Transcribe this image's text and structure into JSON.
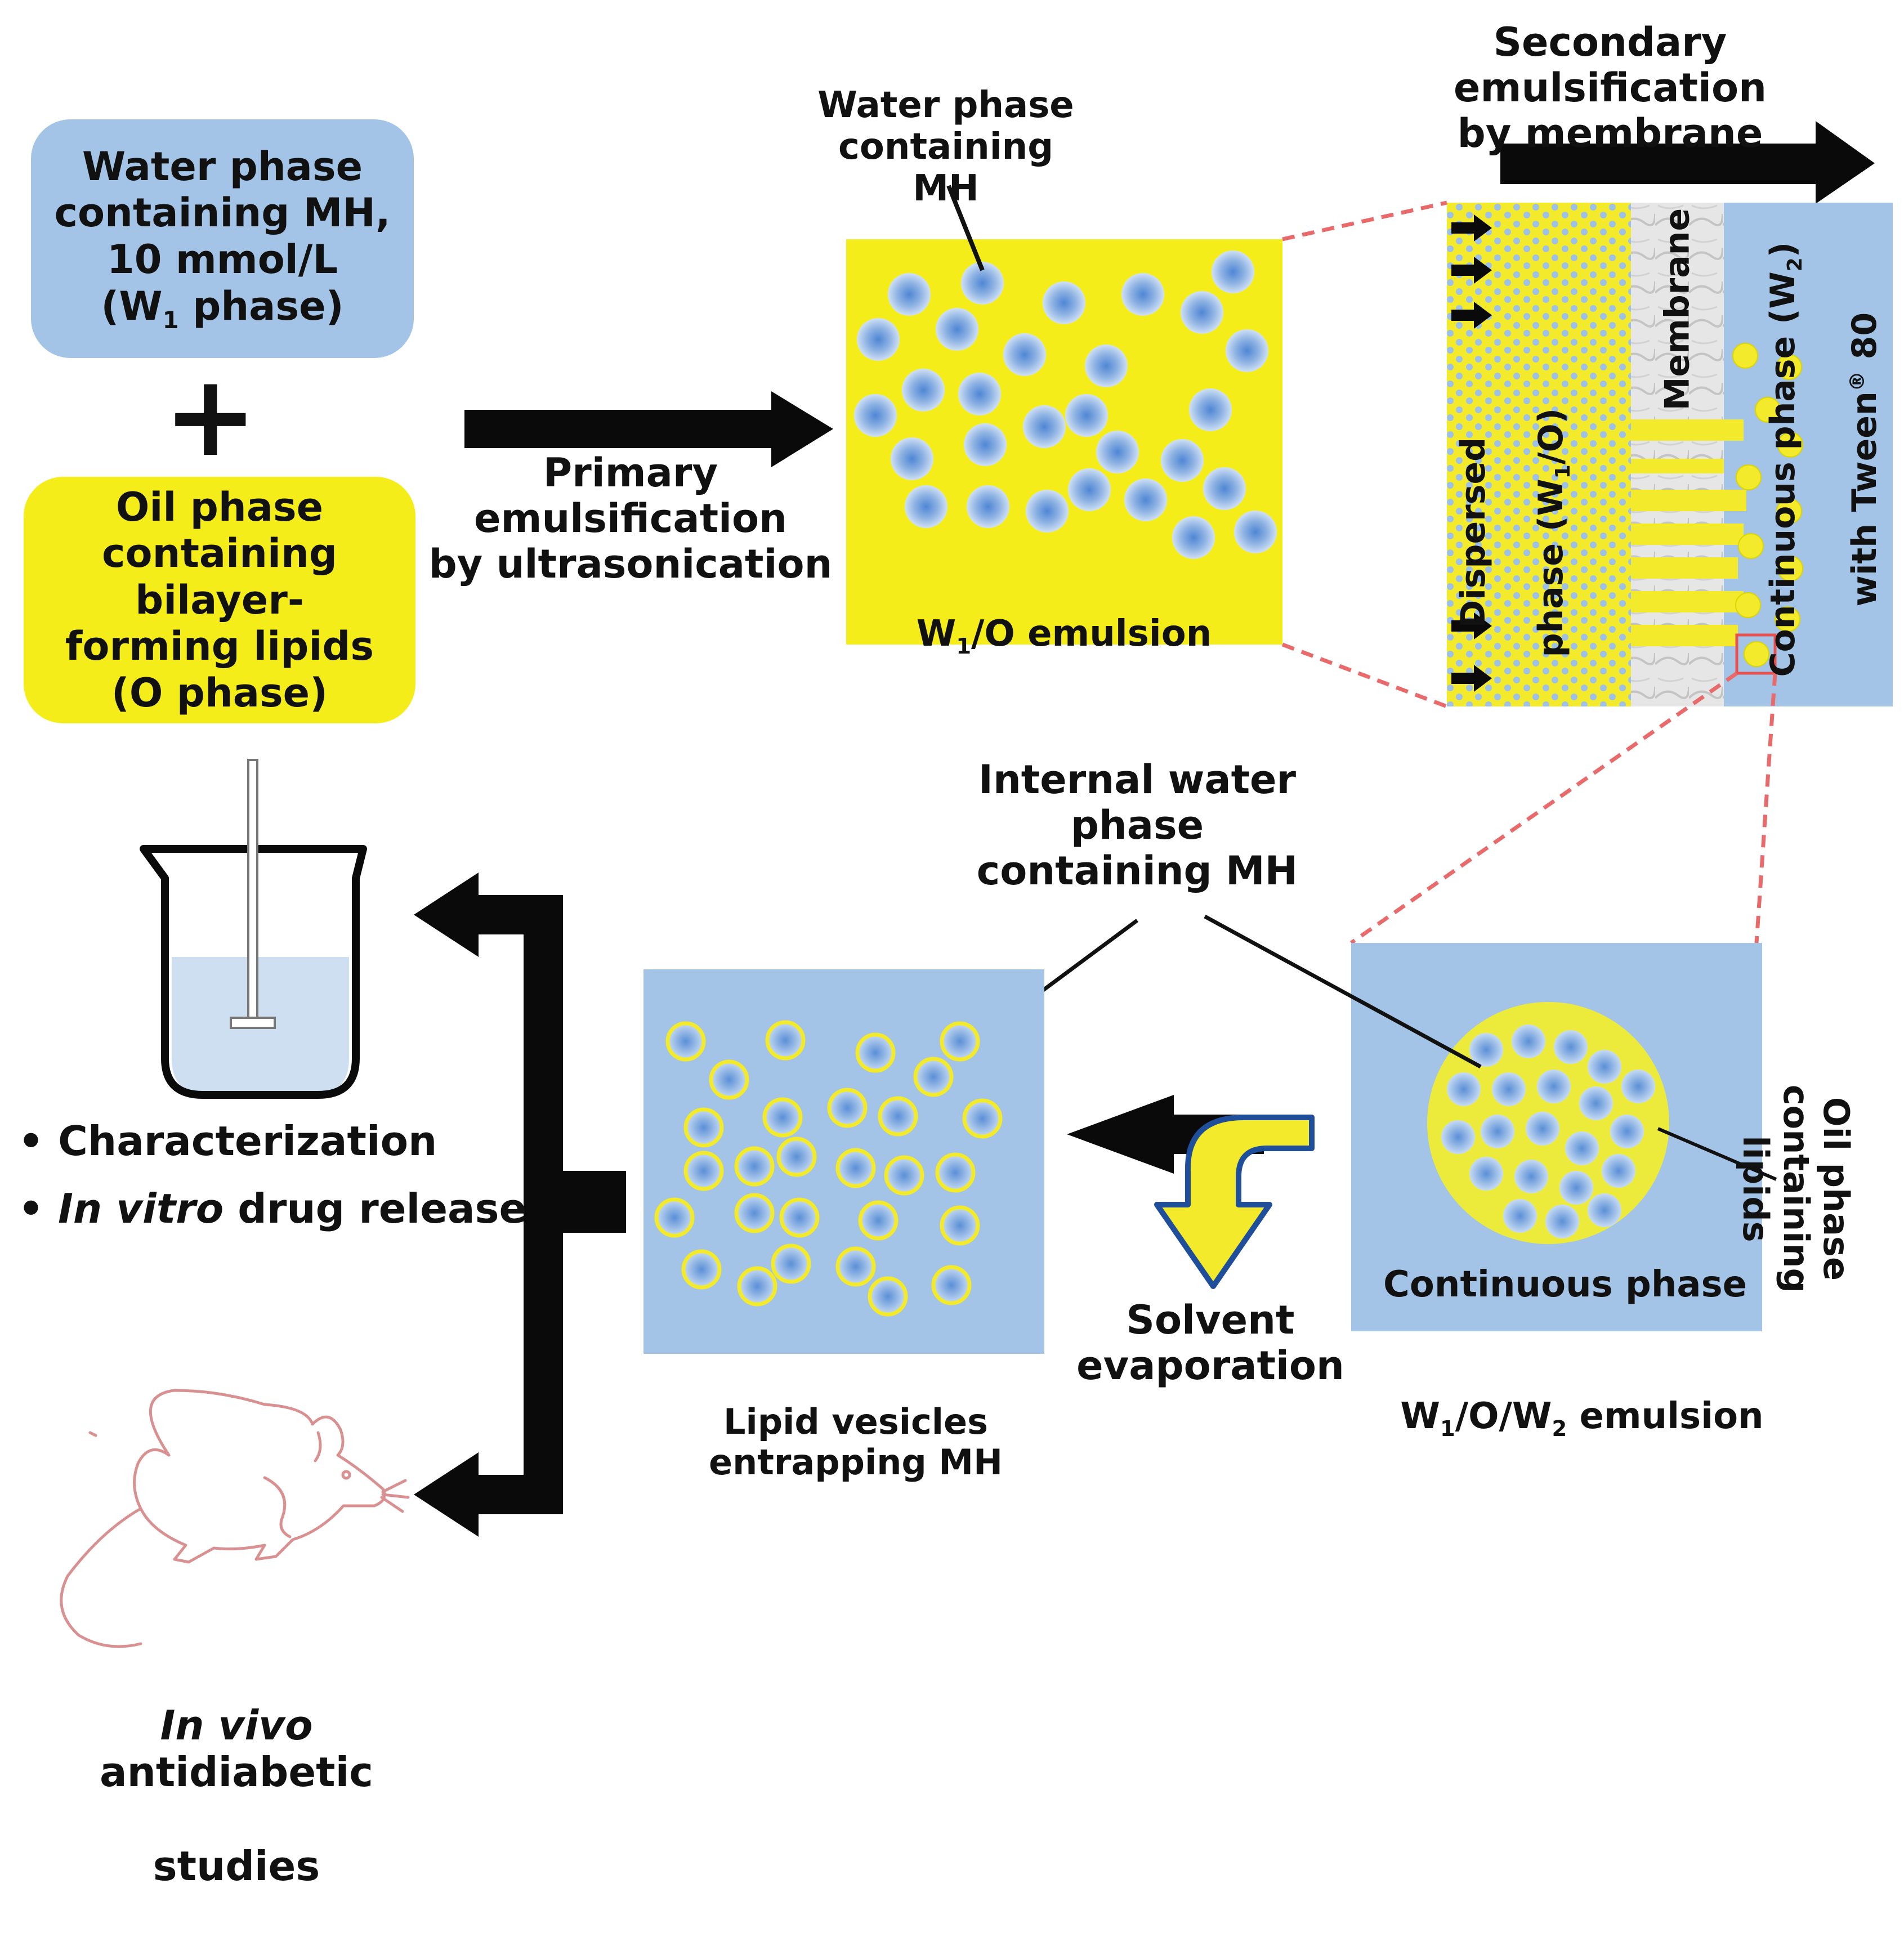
{
  "water_phase_box": {
    "line1": "Water phase",
    "line2": "containing MH,",
    "line3": "10 mmol/L",
    "line4_pre": "(W",
    "line4_sub": "1",
    "line4_post": " phase)"
  },
  "plus_sign": "+",
  "oil_phase_box": {
    "text": "Oil phase\ncontaining bilayer-\nforming lipids\n(O phase)"
  },
  "primary_emulsification_label": "Primary\nemulsification\nby ultrasonication",
  "water_phase_mh_label": "Water phase\ncontaining MH",
  "w1o_emulsion_label": {
    "pre": "W",
    "sub": "1",
    "post": "/O emulsion"
  },
  "secondary_emulsification_label": "Secondary emulsification\nby membrane",
  "dispersed_phase_label": {
    "line1": "Dispersed",
    "line2_pre": "phase (W",
    "line2_sub": "1",
    "line2_post": "/O)"
  },
  "membrane_label": "Membrane",
  "continuous_phase_w2_label": {
    "line1_pre": "Continuous phase (W",
    "line1_sub": "2",
    "line1_post": ")",
    "line2_pre": "with Tween",
    "line2_sup": "®",
    "line2_post": " 80"
  },
  "internal_water_label": "Internal water\nphase\ncontaining MH",
  "oil_phase_lipids_label": "Oil phase\ncontaining lipids",
  "continuous_phase_label": "Continuous phase",
  "w1ow2_emulsion_label": {
    "p1": "W",
    "s1": "1",
    "p2": "/O/W",
    "s2": "2",
    "p3": " emulsion"
  },
  "solvent_evaporation_label": "Solvent\nevaporation",
  "lipid_vesicles_label": "Lipid vesicles\nentrapping MH",
  "characterization_items": [
    {
      "italic": "",
      "text": "Characterization"
    },
    {
      "italic": "In vitro",
      "text": " drug release"
    }
  ],
  "in_vivo_label": {
    "italic": "In vivo",
    "text": " antidiabetic",
    "line2": "studies"
  },
  "icons": [
    "beaker-icon",
    "stirrer-icon",
    "rat-icon",
    "arrow-icon"
  ],
  "colors": {
    "water_blue": "#a3c4e6",
    "oil_yellow": "#f5ed1a",
    "droplet_center": "#5b8fd6",
    "dashed_red": "#e86a6a",
    "arrow_black": "#0a0a0a",
    "rat_red": "#d99090"
  }
}
